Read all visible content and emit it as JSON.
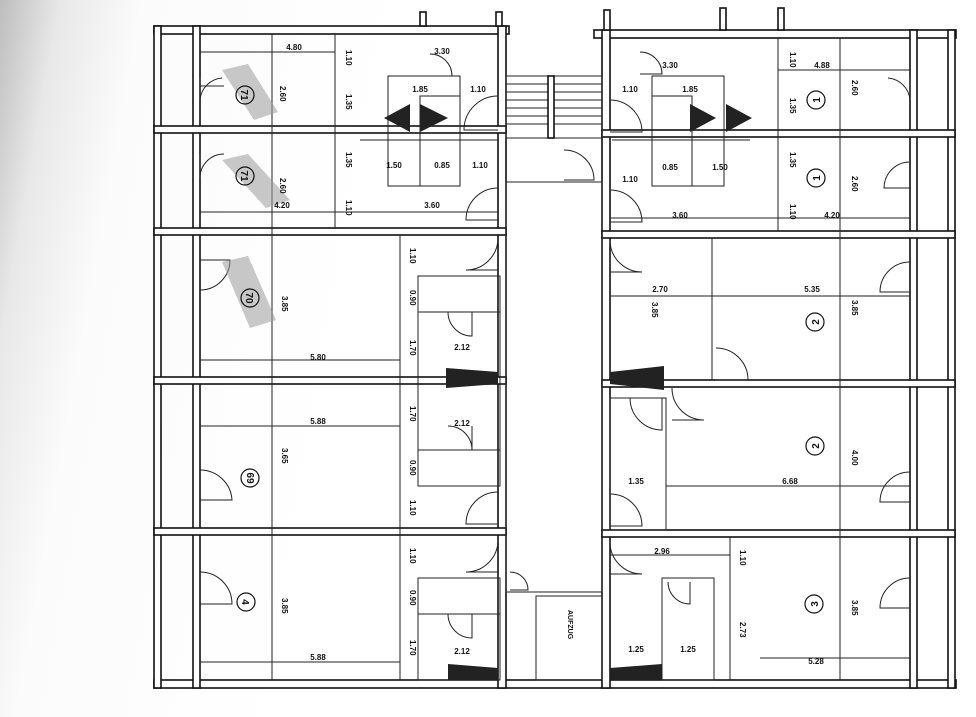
{
  "colors": {
    "ink": "#111111",
    "paper": "#ffffff",
    "highlight": "#9a9a9a"
  },
  "rooms": {
    "r71a": "71",
    "r71b": "71",
    "r70": "70",
    "r69": "69",
    "r4": "4",
    "r1a": "1",
    "r1b": "1",
    "r2a": "2",
    "r2b": "2",
    "r3": "3"
  },
  "dims": {
    "a1": "4.80",
    "a2": "2.60",
    "a3": "1.10",
    "a4": "1.35",
    "a5": "3.30",
    "a6": "1.85",
    "a7": "1.10",
    "a8": "1.35",
    "a9": "1.50",
    "a10": "0.85",
    "a11": "1.10",
    "a12": "2.60",
    "a13": "4.20",
    "a14": "1.10",
    "a15": "3.60",
    "b1": "1.10",
    "b2": "0.90",
    "b3": "3.85",
    "b4": "1.70",
    "b5": "2.12",
    "b6": "5.80",
    "c1": "5.88",
    "c2": "1.70",
    "c3": "2.12",
    "c4": "3.65",
    "c5": "0.90",
    "c6": "1.10",
    "d1": "1.10",
    "d2": "0.90",
    "d3": "3.85",
    "d4": "1.70",
    "d5": "2.12",
    "d6": "5.88",
    "e1": "3.30",
    "e2": "1.10",
    "e3": "4.88",
    "e4": "1.10",
    "e5": "1.85",
    "e6": "2.60",
    "e7": "1.35",
    "e8": "1.35",
    "e9": "0.85",
    "e10": "1.50",
    "e11": "1.10",
    "e12": "2.60",
    "e13": "3.60",
    "e14": "1.10",
    "e15": "4.20",
    "f1": "2.70",
    "f2": "3.85",
    "f3": "5.35",
    "f4": "3.85",
    "g1": "1.35",
    "g2": "6.68",
    "g3": "4.00",
    "h1": "2.96",
    "h2": "1.10",
    "h3": "2.73",
    "h4": "3.85",
    "h5": "1.25",
    "h6": "1.25",
    "h7": "5.28"
  },
  "labels": {
    "lift": "AUFZUG"
  }
}
